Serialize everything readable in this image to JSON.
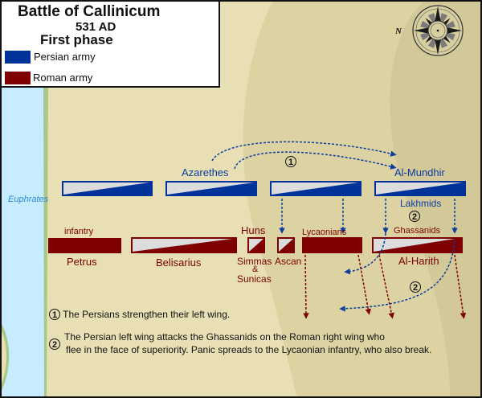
{
  "title": {
    "main": "Battle of Callinicum",
    "year": "531 AD",
    "phase": "First phase"
  },
  "legend": [
    {
      "label": "Persian army",
      "color": "#003399"
    },
    {
      "label": "Roman army",
      "color": "#7f0000"
    }
  ],
  "colors": {
    "persian": "#003399",
    "roman": "#7f0000",
    "river": "#c8ecff",
    "bank": "#a8c88a",
    "land_light": "#e8e0b4",
    "land_mid": "#ddd3a2",
    "land_dark": "#d3c998"
  },
  "river": {
    "label": "Euphrates"
  },
  "compass": {
    "label": "N"
  },
  "persian_units": {
    "azarethes": "Azarethes",
    "al_mundhir": "Al-Mundhir",
    "lakhmids": "Lakhmids"
  },
  "roman_units": {
    "infantry": "infantry",
    "petrus": "Petrus",
    "belisarius": "Belisarius",
    "huns": "Huns",
    "simmas": "Simmas",
    "amp": "&",
    "sunicas": "Sunicas",
    "ascan": "Ascan",
    "lycaonians": "Lycaonians",
    "ghassanids": "Ghassanids",
    "al_harith": "Al-Harith"
  },
  "markers": {
    "one": "1",
    "two": "2"
  },
  "notes": [
    {
      "number": "1",
      "text": "The Persians strengthen their left wing."
    },
    {
      "number": "2",
      "text_line1": "The Persian left wing attacks the Ghassanids on the Roman right wing who",
      "text_line2": "flee in the face of superiority. Panic spreads to the Lycaonian infantry, who also break."
    }
  ]
}
